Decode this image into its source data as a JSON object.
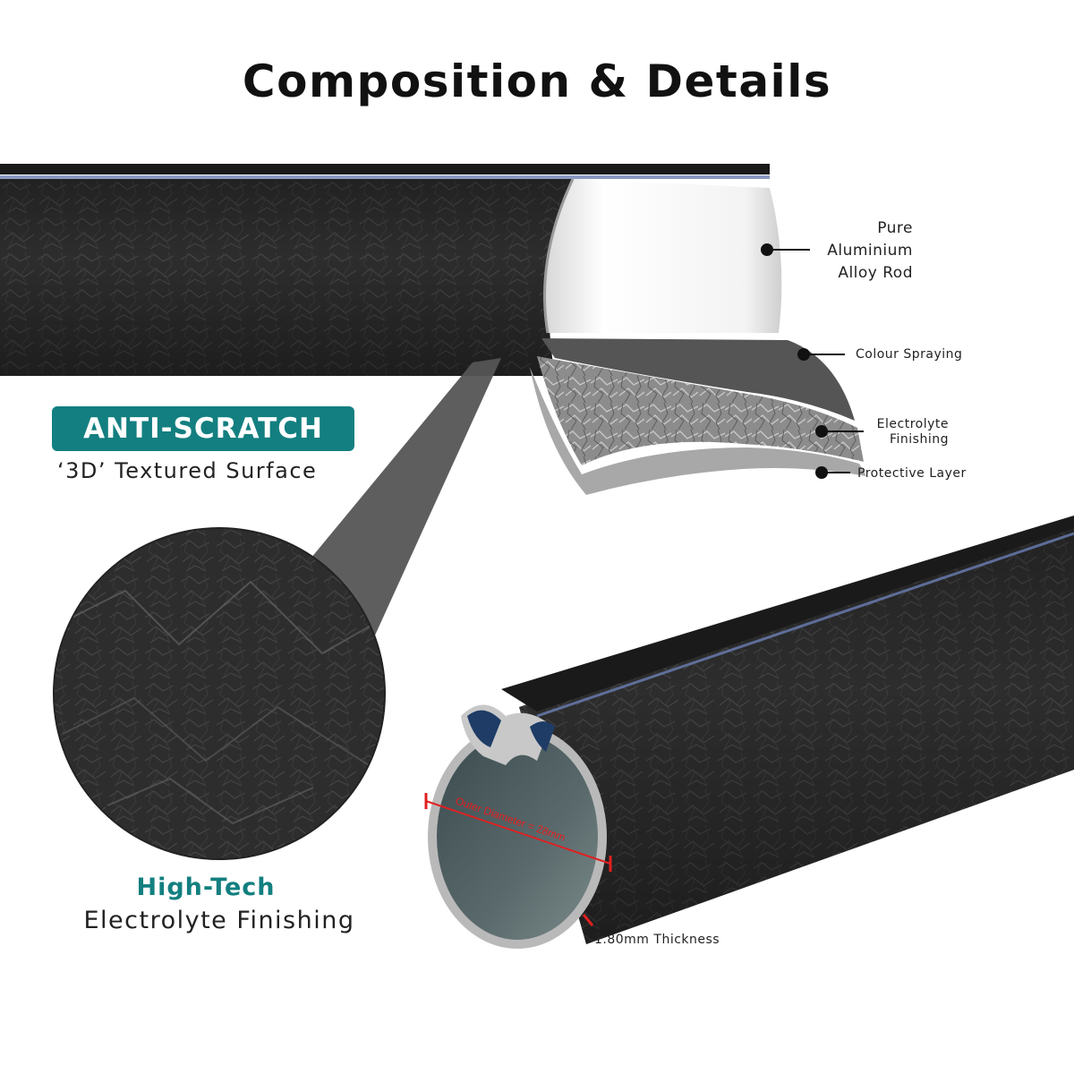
{
  "header": {
    "title": "Composition & Details"
  },
  "layers": {
    "alloy_rod": [
      "Pure",
      "Aluminium",
      "Alloy Rod"
    ],
    "colour_spraying": "Colour Spraying",
    "electrolyte": [
      "Electrolyte",
      "Finishing"
    ],
    "protective": "Protective Layer"
  },
  "features": {
    "badge": "ANTI-SCRATCH",
    "badge_sub": "‘3D’ Textured Surface",
    "hitech": "High-Tech",
    "hitech_sub": "Electrolyte Finishing"
  },
  "measurements": {
    "diameter": "Outer Diameter = 28mm",
    "thickness": "1.80mm Thickness"
  },
  "colors": {
    "accent": "#137f80",
    "rod": "#2c2c2c",
    "measure": "#e02020"
  }
}
